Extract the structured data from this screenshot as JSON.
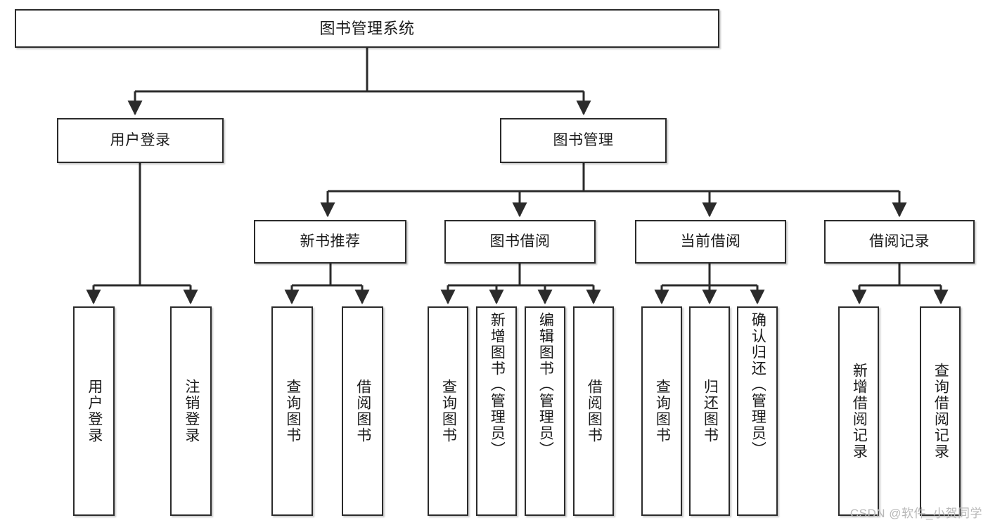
{
  "diagram": {
    "title": "图书管理系统",
    "type": "tree",
    "orientation": "top-down",
    "colors": {
      "box_border": "#2b2b2b",
      "box_fill": "#ffffff",
      "connector": "#2b2b2b",
      "text": "#1a1a1a",
      "watermark": "#b8b8b8"
    },
    "root": {
      "label": "图书管理系统"
    },
    "level2": [
      {
        "id": "user-login",
        "label": "用户登录"
      },
      {
        "id": "book-management",
        "label": "图书管理"
      }
    ],
    "level3": [
      {
        "id": "new-book-recommend",
        "label": "新书推荐"
      },
      {
        "id": "book-borrow",
        "label": "图书借阅"
      },
      {
        "id": "current-borrow",
        "label": "当前借阅"
      },
      {
        "id": "borrow-record",
        "label": "借阅记录"
      }
    ],
    "leaves": {
      "user_login": [
        {
          "id": "leaf-user-login",
          "label": "用户登录"
        },
        {
          "id": "leaf-logout-login",
          "label": "注销登录"
        }
      ],
      "new_book_recommend": [
        {
          "id": "leaf-query-book-1",
          "label": "查询图书"
        },
        {
          "id": "leaf-borrow-book-1",
          "label": "借阅图书"
        }
      ],
      "book_borrow": [
        {
          "id": "leaf-query-book-2",
          "label": "查询图书"
        },
        {
          "id": "leaf-add-book",
          "label": "新增图书（管理员）"
        },
        {
          "id": "leaf-edit-book",
          "label": "编辑图书（管理员）"
        },
        {
          "id": "leaf-borrow-book-2",
          "label": "借阅图书"
        }
      ],
      "current_borrow": [
        {
          "id": "leaf-query-book-3",
          "label": "查询图书"
        },
        {
          "id": "leaf-return-book",
          "label": "归还图书"
        },
        {
          "id": "leaf-confirm-return",
          "label": "确认归还（管理员）"
        }
      ],
      "borrow_record": [
        {
          "id": "leaf-add-borrow-record",
          "label": "新增借阅记录"
        },
        {
          "id": "leaf-query-borrow-record",
          "label": "查询借阅记录"
        }
      ]
    }
  },
  "watermark": {
    "text": "CSDN @软件_小贺同学"
  }
}
